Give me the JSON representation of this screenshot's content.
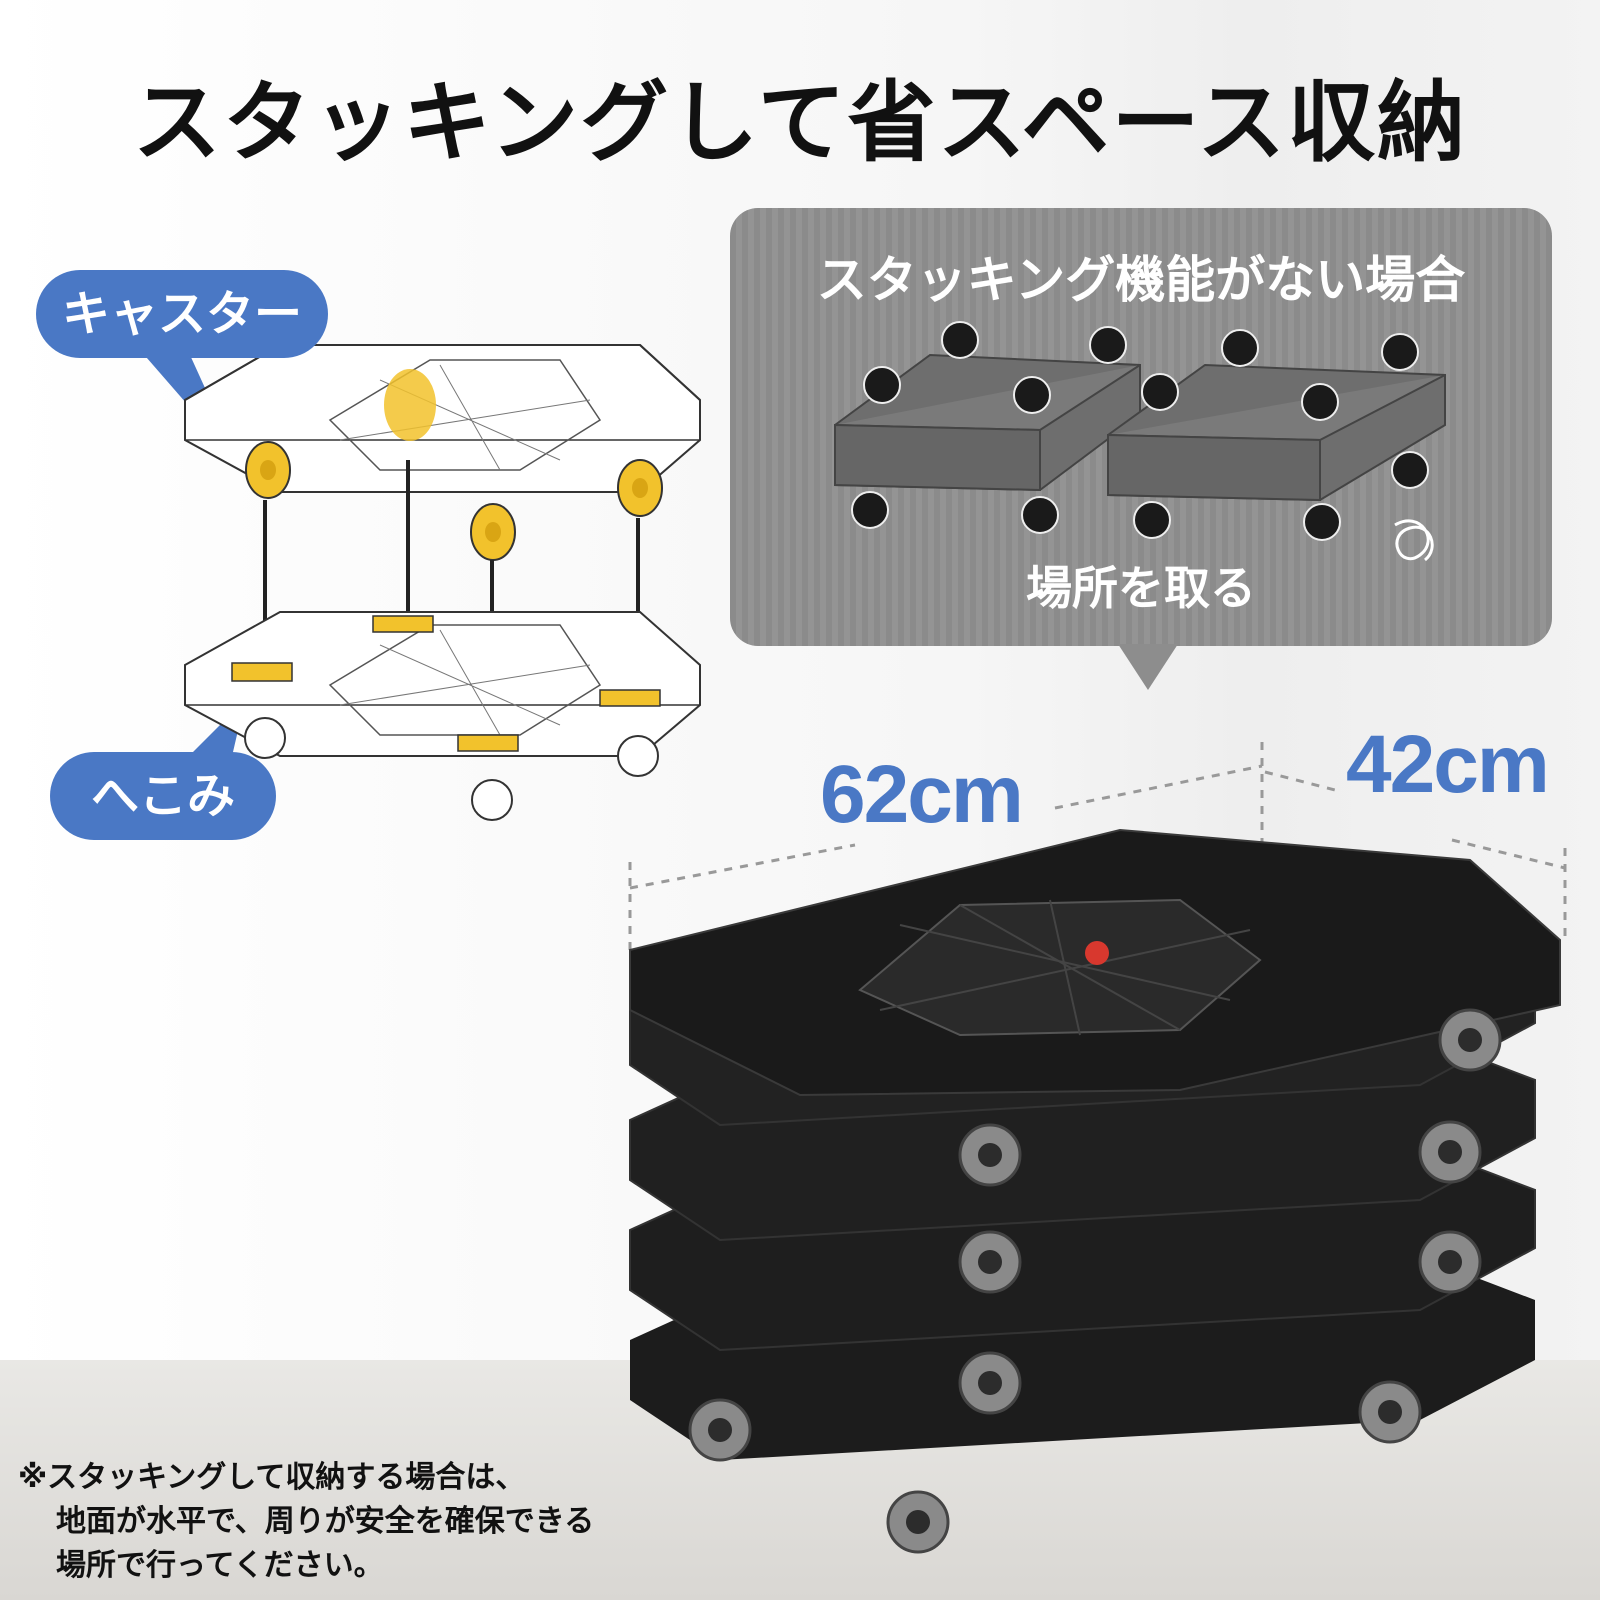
{
  "title": "スタッキングして省スペース収納",
  "labels": {
    "caster": "キャスター",
    "recess": "へこみ"
  },
  "callout": {
    "title": "スタッキング機能がない場合",
    "caption": "場所を取る"
  },
  "dimensions": {
    "width": "62cm",
    "depth": "42cm"
  },
  "note": {
    "line1": "※スタッキングして収納する場合は、",
    "line2": "地面が水平で、周りが安全を確保できる",
    "line3": "場所で行ってください。"
  },
  "colors": {
    "accent_blue": "#4a78c5",
    "caster_yellow": "#f2c22c",
    "callout_gray": "#8d8d8d",
    "product_black": "#1a1a1a"
  }
}
